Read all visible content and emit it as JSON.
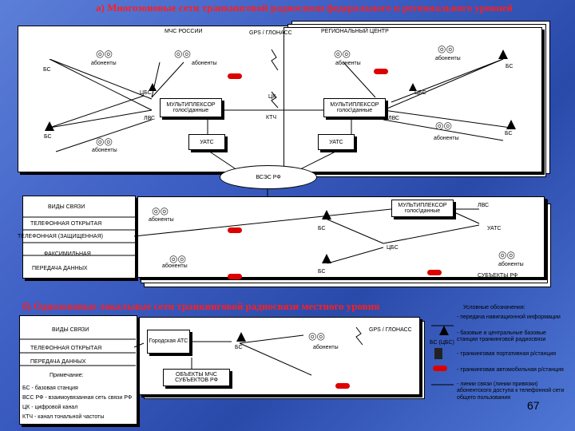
{
  "title_a": "а) Многозоновые сети транкинговой радиосвязи федерального и регионального уровней",
  "title_b": "б) Однозоновые локальные сети транкинговой радиосвязи местного уровня",
  "top": {
    "mchs": "МЧС РОССИИ",
    "gps": "GPS / ГЛОНАСС",
    "region": "РЕГИОНАЛЬНЫЙ ЦЕНТР",
    "abonenty": "абоненты",
    "bs": "БС",
    "tss": "ЦБС",
    "mux": "МУЛЬТИПЛЕКСОР",
    "mux_sub": "голос\\данные",
    "lvs": "ЛВС",
    "tsk": "ЦК",
    "ktch": "КТЧ",
    "uats": "УАТС",
    "vsss": "ВСЭС РФ"
  },
  "mid": {
    "vidy": "ВИДЫ СВЯЗИ",
    "tel_open": "ТЕЛЕФОННАЯ ОТКРЫТАЯ",
    "tel_protected": "ТЕЛЕФОННАЯ (ЗАЩИЩЕННАЯ)",
    "fax": "ФАКСИМИЛЬНАЯ",
    "data": "ПЕРЕДАЧА ДАННЫХ",
    "subjects": "СУБЪЕКТЫ РФ"
  },
  "bottom": {
    "city_ats": "Городская АТС",
    "objects": "ОБЪЕКТЫ МЧС",
    "subjects": "СУБЪЕКТОВ РФ",
    "note_title": "Примечание:",
    "notes": [
      "БС - базовая станция",
      "ВСС РФ - взаимоувязанная сеть связи РФ",
      "ЦК - цифровой канал",
      "КТЧ - канал тональной частоты"
    ]
  },
  "legend": {
    "title": "Условные обозначения:",
    "items": [
      "- передача навигационной информации",
      "- базовые и центральные базовые станции транкинговой радиосвязи",
      "- транкинговая портативная р/станция",
      "- транкинговая автомобильная р/станция",
      "- линии связи (линии привязки) абонентского доступа к телефонной сети общего пользования"
    ],
    "bs_tss": "БС (ЦБС)"
  },
  "page_number": "67"
}
